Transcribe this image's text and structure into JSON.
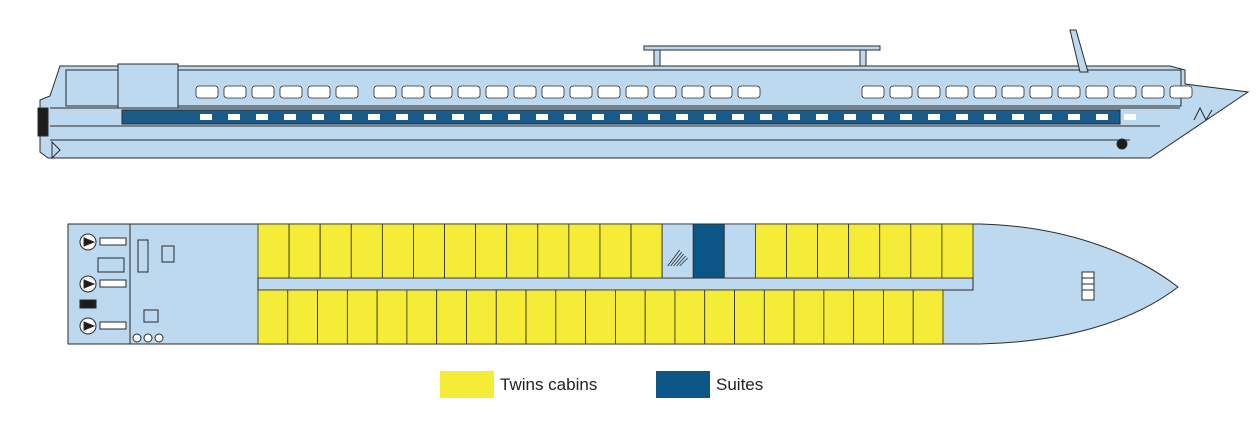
{
  "colors": {
    "hull": "#bdd9f0",
    "outline": "#2b2b2b",
    "band": "#1a5b8a",
    "twin_cabin": "#f4ec36",
    "suite": "#0b5687",
    "window": "#ffffff"
  },
  "deck_plan": {
    "upper_row": [
      "twin",
      "twin",
      "twin",
      "twin",
      "twin",
      "twin",
      "twin",
      "twin",
      "twin",
      "twin",
      "twin",
      "twin",
      "twin",
      "stairs",
      "suite",
      "corridor",
      "twin",
      "twin",
      "twin",
      "twin",
      "twin",
      "twin",
      "twin"
    ],
    "lower_row_count": 23,
    "icons": [
      "propeller-icon",
      "propeller-icon",
      "propeller-icon",
      "stairs-icon",
      "anchor-icon",
      "logo-icon"
    ]
  },
  "legend": [
    {
      "label": "Twins cabins",
      "color": "#f4ec36"
    },
    {
      "label": "Suites",
      "color": "#0b5687"
    }
  ]
}
